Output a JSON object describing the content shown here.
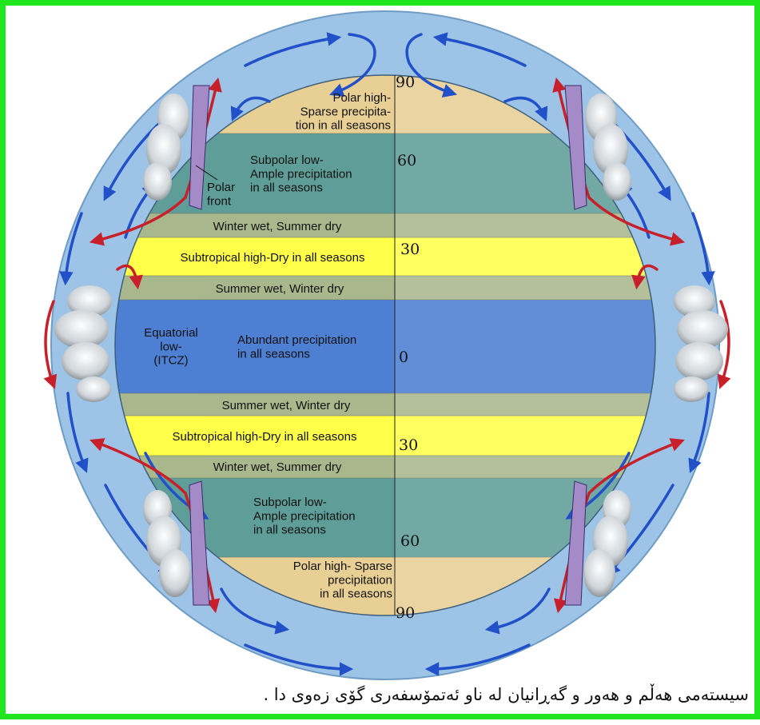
{
  "zones": {
    "north_polar_high": "Polar high-\nSparse precipita-\ntion in all seasons",
    "north_subpolar_low": "Subpolar low-\nAmple precipitation\nin all seasons",
    "polar_front": "Polar\nfront",
    "north_winter_wet": "Winter wet, Summer dry",
    "north_subtropical_high": "Subtropical high-Dry in all seasons",
    "north_summer_wet": "Summer wet, Winter dry",
    "equatorial_low": "Equatorial\nlow-\n(ITCZ)",
    "equatorial_precip": "Abundant precipitation\nin all seasons",
    "south_summer_wet": "Summer wet, Winter dry",
    "south_subtropical_high": "Subtropical high-Dry in all seasons",
    "south_winter_wet": "Winter wet, Summer dry",
    "south_subpolar_low": "Subpolar low-\nAmple precipitation\nin all seasons",
    "south_polar_high": "Polar high- Sparse\nprecipitation\nin all seasons"
  },
  "latitudes": {
    "north_90": "90",
    "north_60": "60",
    "north_30": "30",
    "equator": "0",
    "south_30": "30",
    "south_60": "60",
    "south_90": "90"
  },
  "caption": "سیستەمی هەڵم و هەور و گەڕانیان لە ناو ئەتمۆسفەری گۆی زەوی دا .",
  "colors": {
    "frame": "#1fe61f",
    "outer_atmosphere": "#9dc4e6",
    "polar_band": "#e8cf94",
    "subpolar_band": "#5f9e98",
    "transition_band": "#a9b88c",
    "subtropical_band": "#ffff4a",
    "equatorial_band": "#4d7fd2",
    "wind_blue": "#2150c8",
    "wind_red": "#c8202a"
  }
}
